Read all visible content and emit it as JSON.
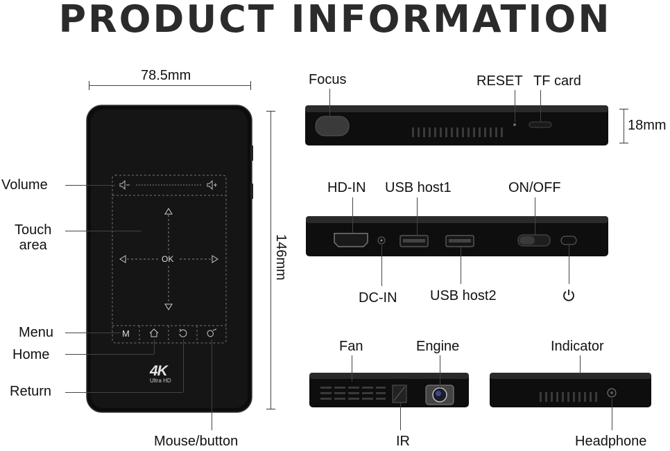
{
  "title": "PRODUCT INFORMATION",
  "dimensions": {
    "width": "78.5mm",
    "height": "146mm",
    "thickness": "18mm"
  },
  "front_labels": {
    "volume": "Volume",
    "touch_area": "Touch\narea",
    "menu": "Menu",
    "home": "Home",
    "return": "Return",
    "mouse_button": "Mouse/button"
  },
  "touch_panel": {
    "ok": "OK",
    "menu_key": "M",
    "logo_main": "4K",
    "logo_sub": "Ultra HD"
  },
  "top_side_labels": {
    "focus": "Focus",
    "reset": "RESET",
    "tf_card": "TF card"
  },
  "port_side_labels": {
    "hd_in": "HD-IN",
    "usb_host1": "USB host1",
    "on_off": "ON/OFF",
    "dc_in": "DC-IN",
    "usb_host2": "USB host2"
  },
  "bottom_labels": {
    "fan": "Fan",
    "engine": "Engine",
    "indicator": "Indicator",
    "ir": "IR",
    "headphone": "Headphone"
  },
  "icons": [
    "volume-down-icon",
    "volume-up-icon",
    "arrow-up-icon",
    "arrow-down-icon",
    "arrow-left-icon",
    "arrow-right-icon",
    "home-icon",
    "return-icon",
    "mouse-icon",
    "power-icon"
  ],
  "colors": {
    "device": "#0c0c0c",
    "text": "#111111",
    "title": "#2b2b2b"
  }
}
